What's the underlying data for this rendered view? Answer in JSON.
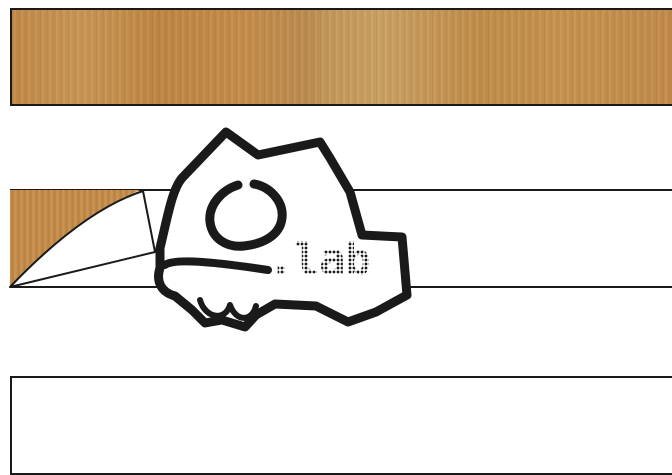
{
  "logo": {
    "text": ".lab"
  },
  "panels": [
    {
      "name": "wood-veneer-strip",
      "material": "wood"
    },
    {
      "name": "peeling-veneer-strip",
      "material": "white"
    },
    {
      "name": "blank-strip",
      "material": "white"
    }
  ],
  "colors": {
    "outline": "#1a1a1a",
    "wood_base": "#c48b4b",
    "background": "#ffffff"
  }
}
